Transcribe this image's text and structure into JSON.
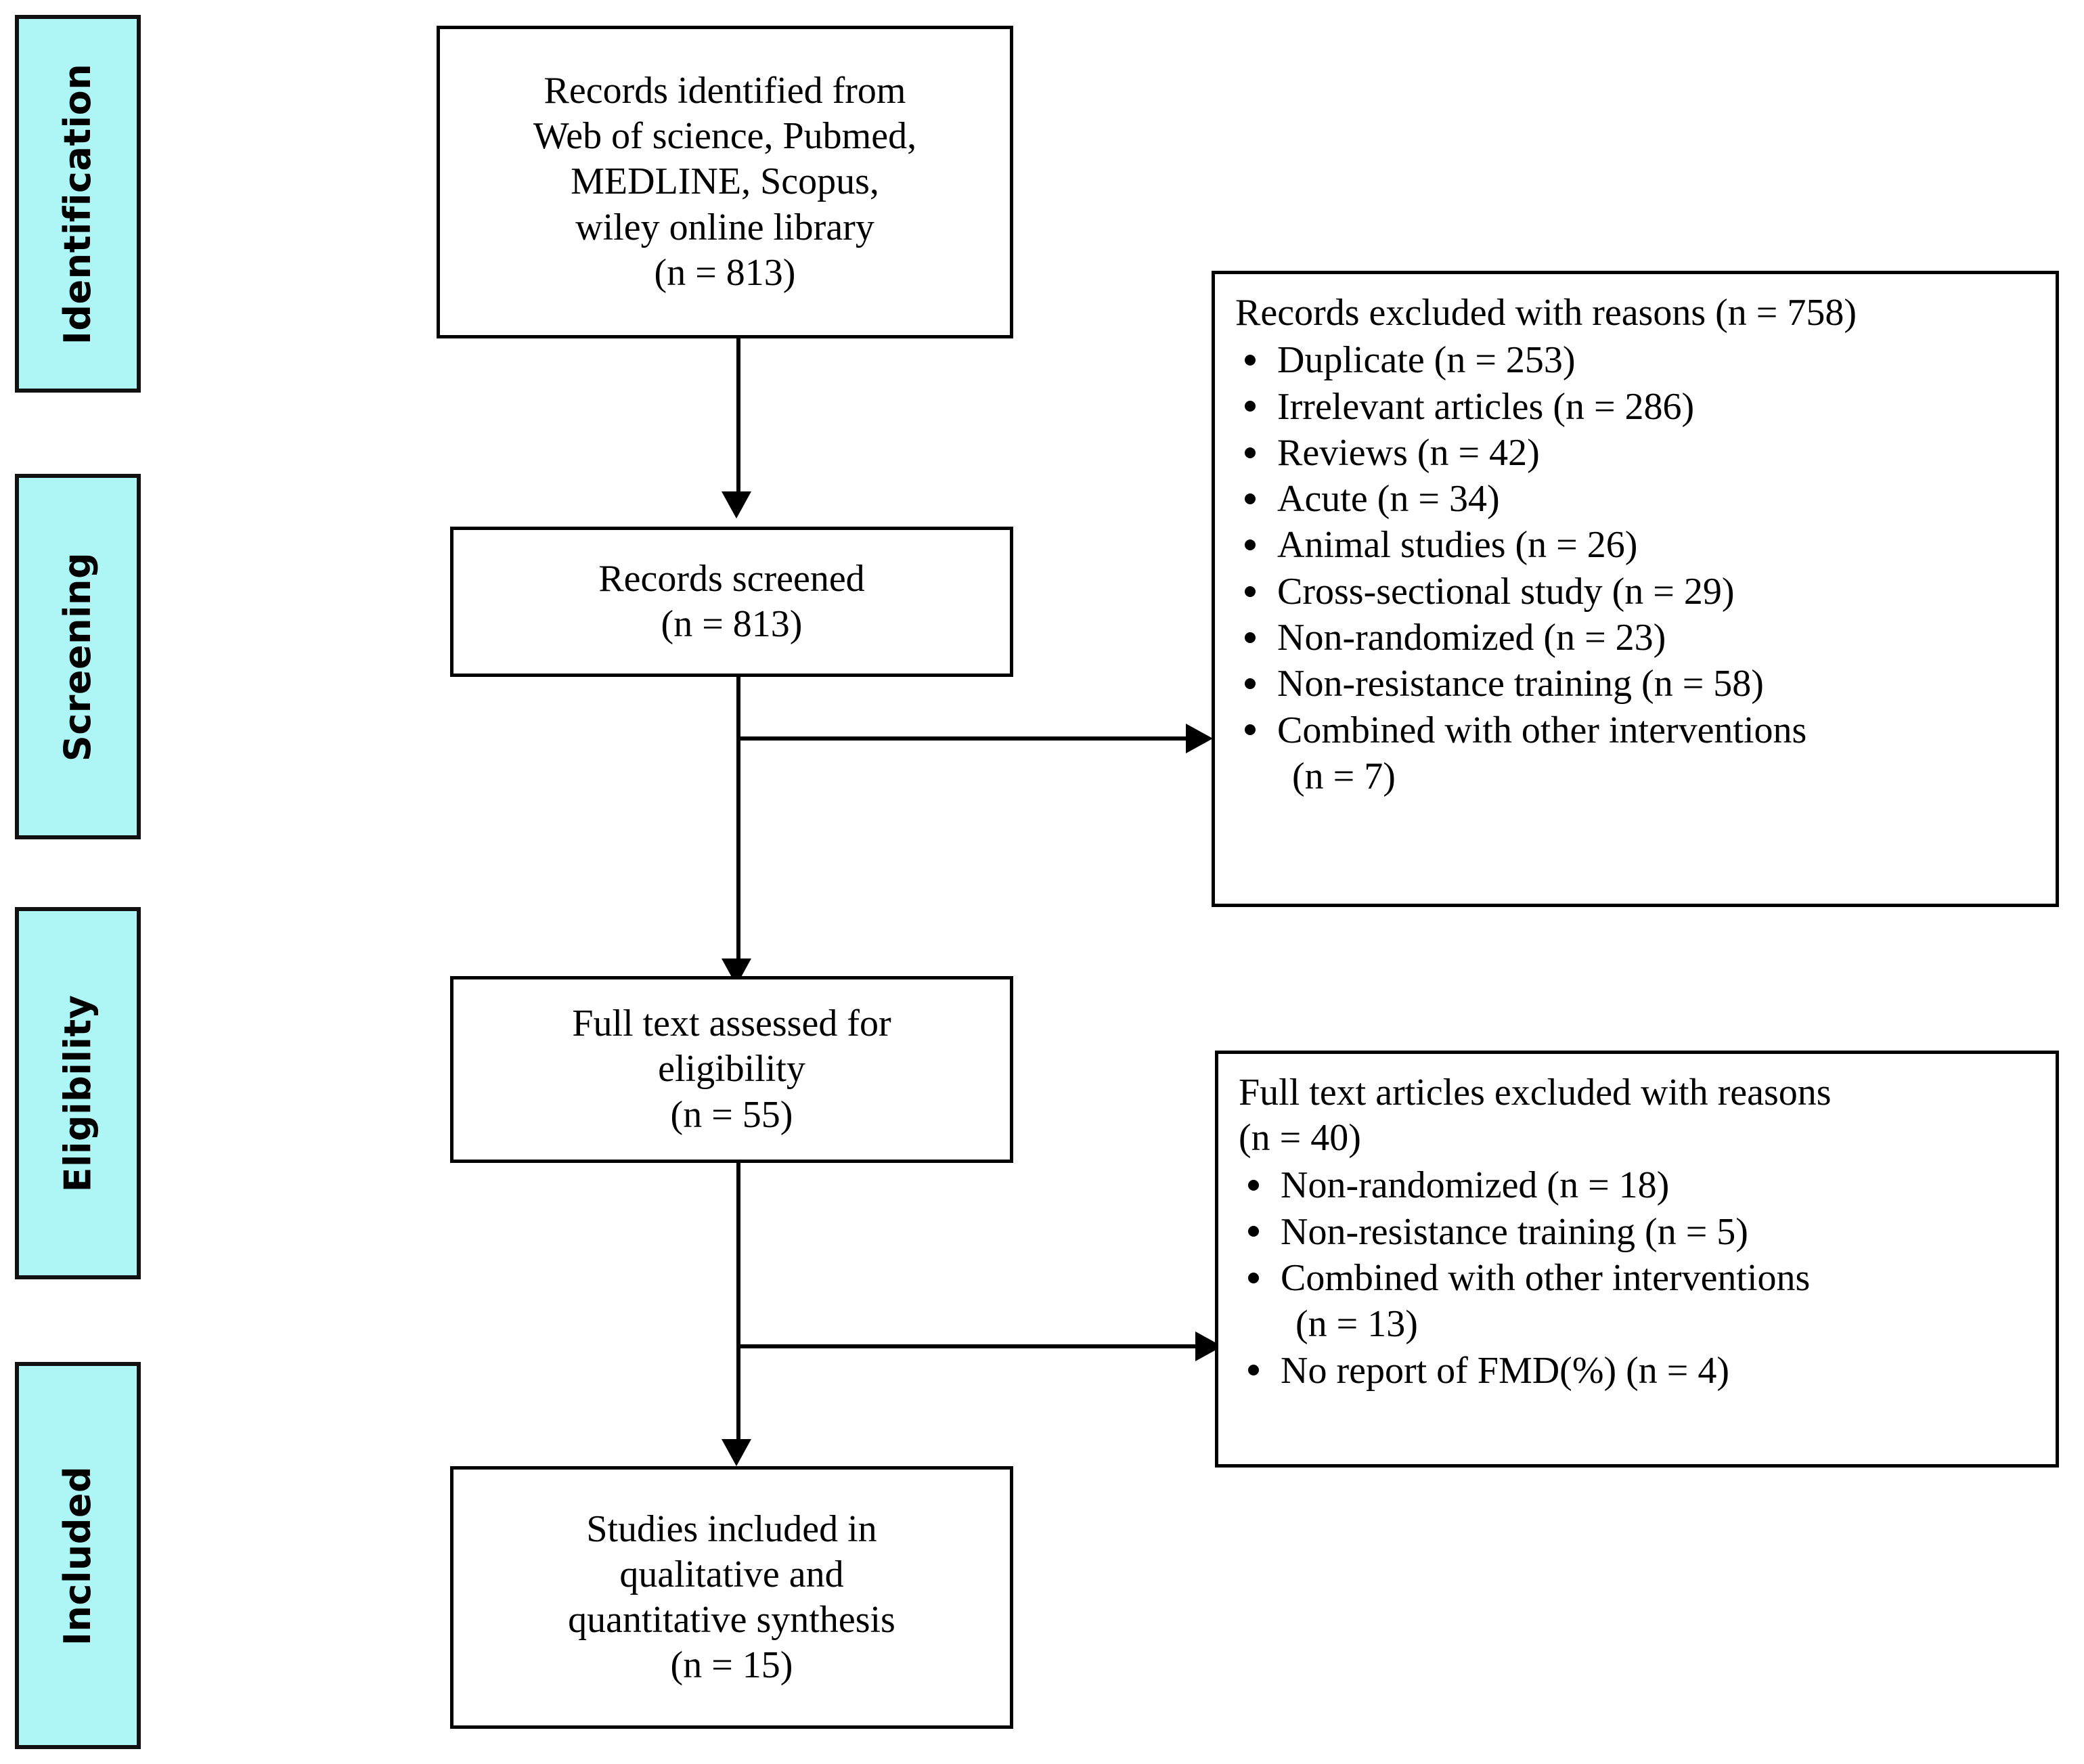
{
  "diagram": {
    "type": "prisma-flow-diagram",
    "accent_color": "#AEF5F5",
    "line_color": "#000000",
    "background": "#FFFFFF"
  },
  "stages": [
    {
      "label": "Identification"
    },
    {
      "label": "Screening"
    },
    {
      "label": "Eligibility"
    },
    {
      "label": "Included"
    }
  ],
  "flow_boxes": [
    {
      "id": "records-identified",
      "lines": [
        "Records identified from",
        "Web of science, Pubmed,",
        "MEDLINE, Scopus,",
        "wiley online library",
        "(n = 813)"
      ]
    },
    {
      "id": "records-screened",
      "lines": [
        "Records screened",
        "(n = 813)"
      ]
    },
    {
      "id": "full-text-assessed",
      "lines": [
        "Full text assessed for",
        "eligibility",
        "(n = 55)"
      ]
    },
    {
      "id": "studies-included",
      "lines": [
        "Studies included in",
        "qualitative and",
        "quantitative synthesis",
        "(n = 15)"
      ]
    }
  ],
  "exclusion_boxes": [
    {
      "id": "records-excluded",
      "heading": [
        "Records excluded with reasons (n = 758)"
      ],
      "items": [
        {
          "text": "Duplicate (n = 253)",
          "cont": ""
        },
        {
          "text": "Irrelevant articles (n = 286)",
          "cont": ""
        },
        {
          "text": "Reviews (n = 42)",
          "cont": ""
        },
        {
          "text": "Acute (n = 34)",
          "cont": ""
        },
        {
          "text": "Animal studies (n = 26)",
          "cont": ""
        },
        {
          "text": "Cross-sectional study (n = 29)",
          "cont": ""
        },
        {
          "text": "Non-randomized (n = 23)",
          "cont": ""
        },
        {
          "text": "Non-resistance training (n = 58)",
          "cont": ""
        },
        {
          "text": "Combined with other interventions",
          "cont": "(n = 7)"
        }
      ]
    },
    {
      "id": "full-text-excluded",
      "heading": [
        "Full text articles excluded with reasons",
        "(n = 40)"
      ],
      "items": [
        {
          "text": "Non-randomized (n = 18)",
          "cont": ""
        },
        {
          "text": "Non-resistance training (n = 5)",
          "cont": ""
        },
        {
          "text": "Combined with other interventions",
          "cont": "(n = 13)"
        },
        {
          "text": "No report of FMD(%) (n = 4)",
          "cont": ""
        }
      ]
    }
  ]
}
